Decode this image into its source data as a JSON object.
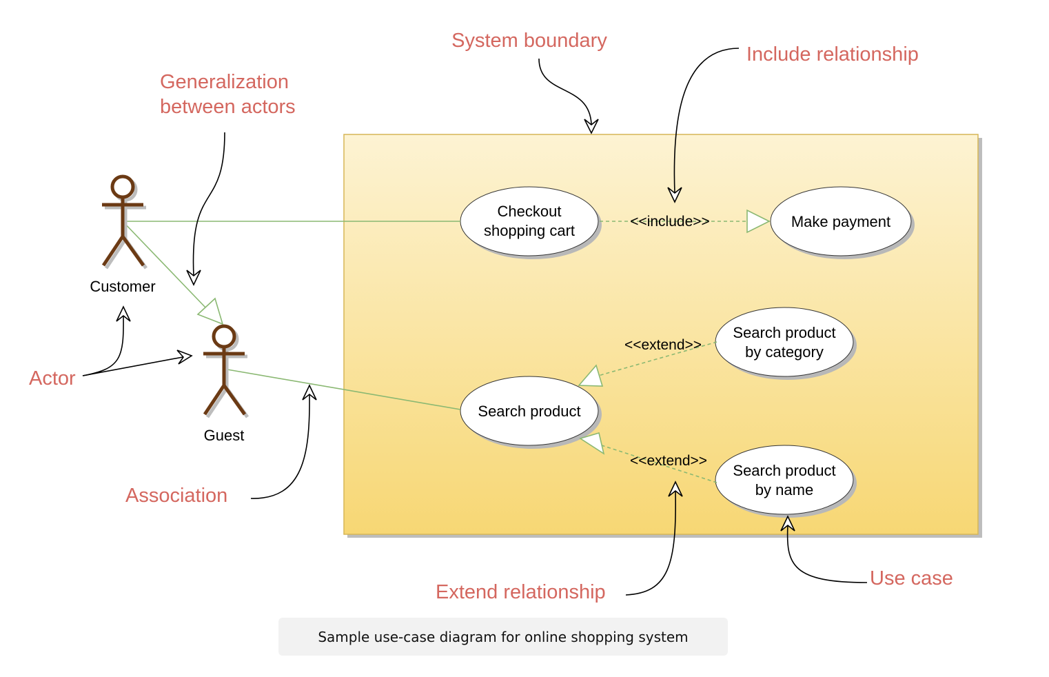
{
  "annotations": {
    "system_boundary": "System boundary",
    "include_relationship": "Include relationship",
    "generalization_line1": "Generalization",
    "generalization_line2": "between actors",
    "actor": "Actor",
    "association": "Association",
    "extend_relationship": "Extend relationship",
    "use_case": "Use case"
  },
  "actors": {
    "customer": "Customer",
    "guest": "Guest"
  },
  "use_cases": {
    "checkout_line1": "Checkout",
    "checkout_line2": "shopping cart",
    "make_payment": "Make payment",
    "search_category_line1": "Search product",
    "search_category_line2": "by category",
    "search_product": "Search product",
    "search_name_line1": "Search product",
    "search_name_line2": "by name"
  },
  "relationships": {
    "include": "<<include>>",
    "extend_category": "<<extend>>",
    "extend_name": "<<extend>>"
  },
  "caption": "Sample use-case diagram for online shopping system",
  "colors": {
    "annotation_text": "#d4675f",
    "actor_stroke": "#6b3a14",
    "association_line": "#8ab872",
    "boundary_fill_top": "#fdf3d3",
    "boundary_fill_bottom": "#f7d774",
    "boundary_stroke": "#d6b656"
  }
}
